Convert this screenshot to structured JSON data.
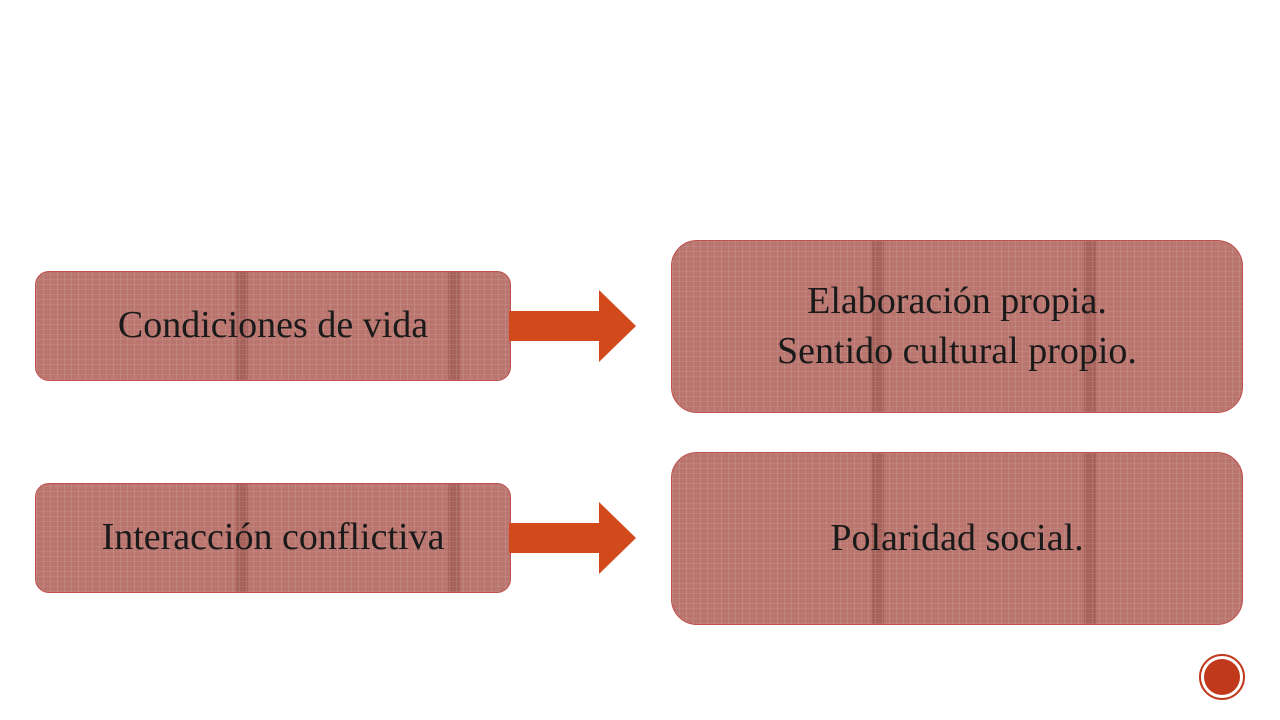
{
  "diagram": {
    "rows": [
      {
        "source": {
          "label": "Condiciones de vida"
        },
        "target": {
          "lines": [
            "Elaboración propia.",
            "Sentido cultural propio."
          ]
        }
      },
      {
        "source": {
          "label": "Interacción conflictiva"
        },
        "target": {
          "lines": [
            "Polaridad social."
          ]
        }
      }
    ]
  },
  "colors": {
    "box_fill": "#b9756e",
    "box_border": "#c0504d",
    "arrow": "#d24a1c",
    "marker": "#c0391b"
  },
  "icons": {
    "arrows": "right-arrow-icon",
    "marker": "slide-marker-icon"
  }
}
